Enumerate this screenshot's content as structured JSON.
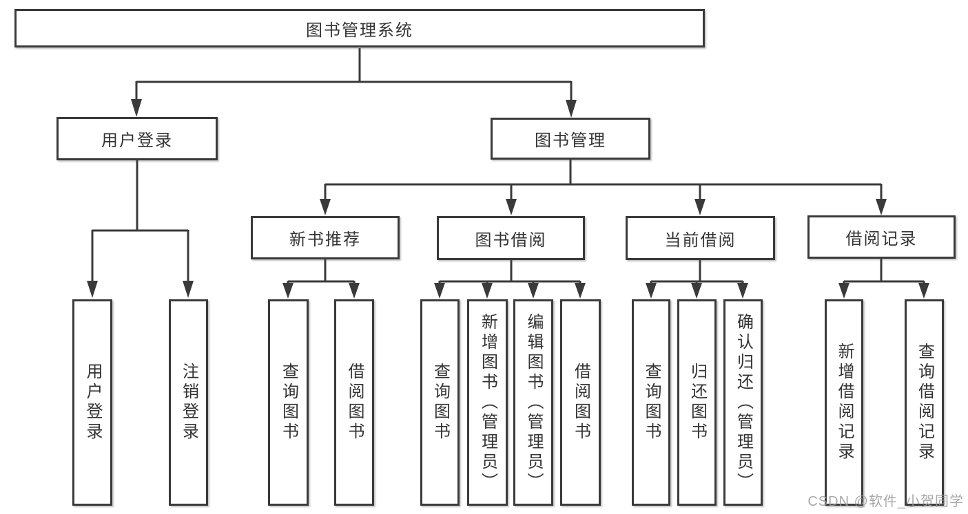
{
  "tree": {
    "root": {
      "label": "图书管理系统"
    },
    "branches": [
      {
        "label": "用户登录",
        "leaves": [
          {
            "label": "用户登录"
          },
          {
            "label": "注销登录"
          }
        ]
      },
      {
        "label": "图书管理",
        "groups": [
          {
            "label": "新书推荐",
            "leaves": [
              {
                "label": "查询图书"
              },
              {
                "label": "借阅图书"
              }
            ]
          },
          {
            "label": "图书借阅",
            "leaves": [
              {
                "label": "查询图书"
              },
              {
                "label": "新增图书（管理员）"
              },
              {
                "label": "编辑图书（管理员）"
              },
              {
                "label": "借阅图书"
              }
            ]
          },
          {
            "label": "当前借阅",
            "leaves": [
              {
                "label": "查询图书"
              },
              {
                "label": "归还图书"
              },
              {
                "label": "确认归还（管理员）"
              }
            ]
          },
          {
            "label": "借阅记录",
            "leaves": [
              {
                "label": "新增借阅记录"
              },
              {
                "label": "查询借阅记录"
              }
            ]
          }
        ]
      }
    ]
  },
  "watermark": "CSDN @软件_小贺同学",
  "colors": {
    "line": "#3a3a3a",
    "text": "#333333",
    "background": "#ffffff",
    "watermark": "#9a9a9a"
  }
}
